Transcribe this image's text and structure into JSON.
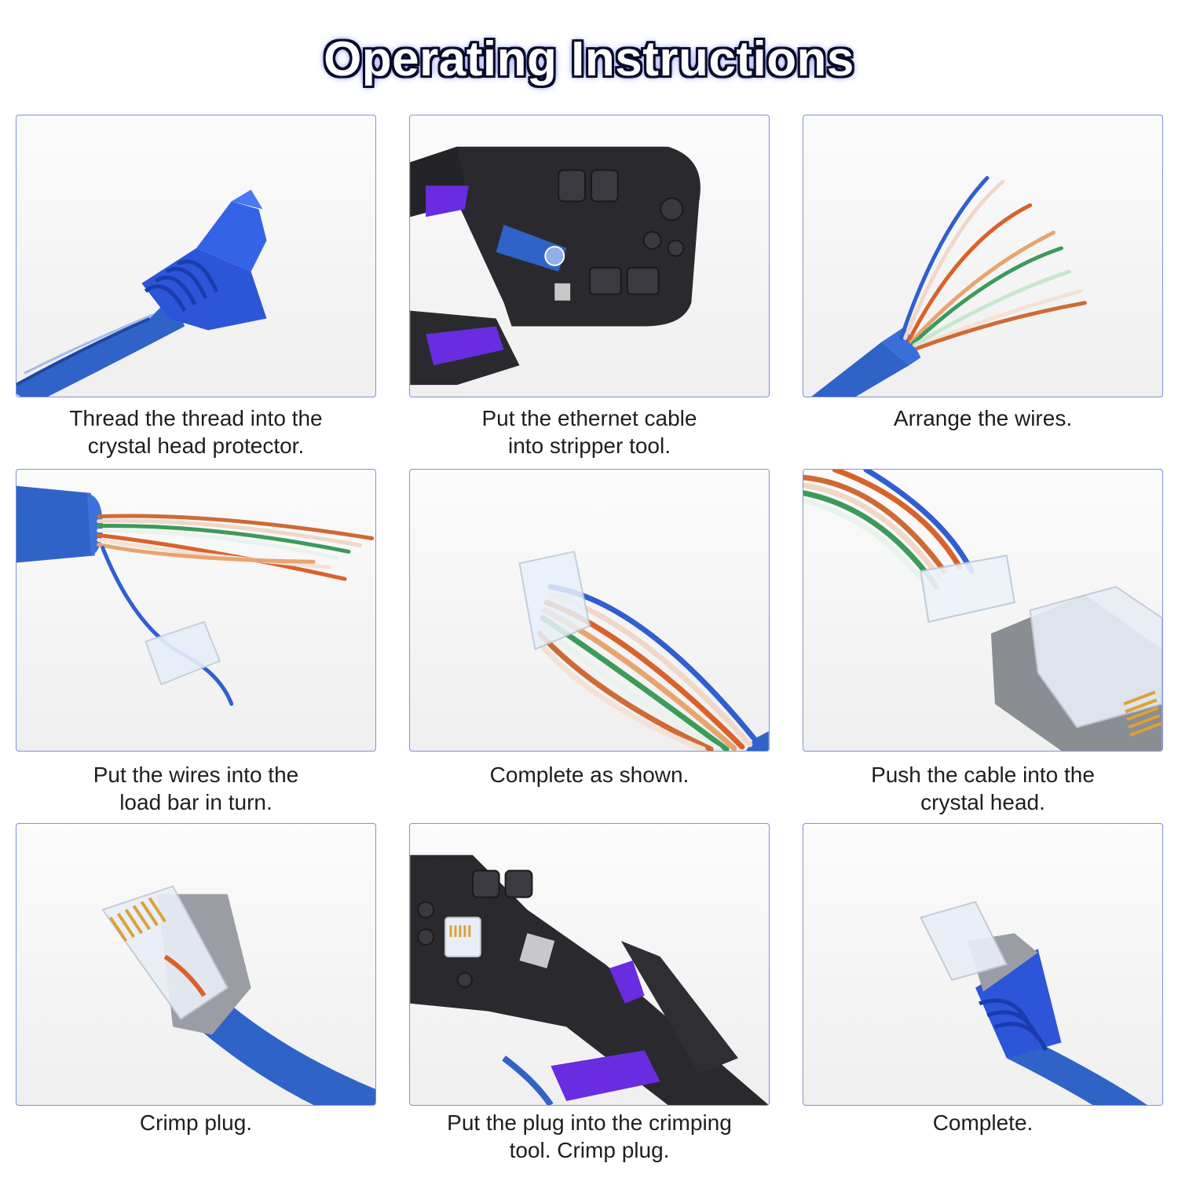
{
  "title": "Operating Instructions",
  "colors": {
    "accent": "#1f4fc0",
    "tool_purple": "#6a2ce0",
    "tool_black": "#2a2a2e",
    "panel_border": "#7f8fe0"
  },
  "steps": [
    {
      "lines": [
        "Thread the thread into the",
        "crystal head protector."
      ],
      "icon": "cable-boot-image"
    },
    {
      "lines": [
        "Put the ethernet cable",
        "into stripper tool."
      ],
      "icon": "crimper-stripper-image"
    },
    {
      "lines": [
        "Arrange the wires."
      ],
      "icon": "fanned-wires-image"
    },
    {
      "lines": [
        "Put the wires into the",
        "load bar in turn."
      ],
      "icon": "load-bar-image"
    },
    {
      "lines": [
        "Complete as shown."
      ],
      "icon": "wires-in-load-bar-image"
    },
    {
      "lines": [
        "Push the cable into the",
        "crystal head."
      ],
      "icon": "plug-insertion-image"
    },
    {
      "lines": [
        "Crimp plug."
      ],
      "icon": "shielded-plug-image"
    },
    {
      "lines": [
        "Put the plug into the crimping",
        "tool. Crimp plug."
      ],
      "icon": "crimping-tool-image"
    },
    {
      "lines": [
        "Complete."
      ],
      "icon": "finished-cable-image"
    }
  ]
}
